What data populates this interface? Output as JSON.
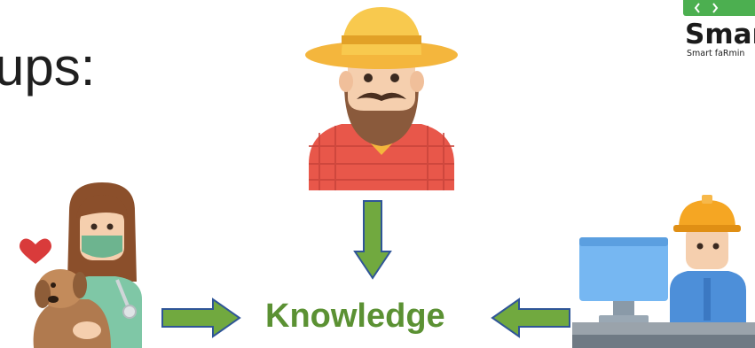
{
  "slide": {
    "heading_fragment": "ups:",
    "center_label": "Knowledge"
  },
  "logo": {
    "wordmark": "Smar",
    "tagline": "Smart faRmin"
  },
  "figures": [
    {
      "id": "farmer",
      "icon": "farmer-icon"
    },
    {
      "id": "veterinarian",
      "icon": "veterinarian-icon"
    },
    {
      "id": "technician",
      "icon": "computer-technician-icon"
    }
  ],
  "arrows": [
    {
      "from": "farmer",
      "to": "knowledge",
      "direction": "down"
    },
    {
      "from": "veterinarian",
      "to": "knowledge",
      "direction": "right"
    },
    {
      "from": "technician",
      "to": "knowledge",
      "direction": "left"
    }
  ],
  "colors": {
    "arrow_fill": "#71a93f",
    "arrow_stroke": "#2f5597",
    "label": "#5b9133",
    "text": "#1f1f1f"
  }
}
